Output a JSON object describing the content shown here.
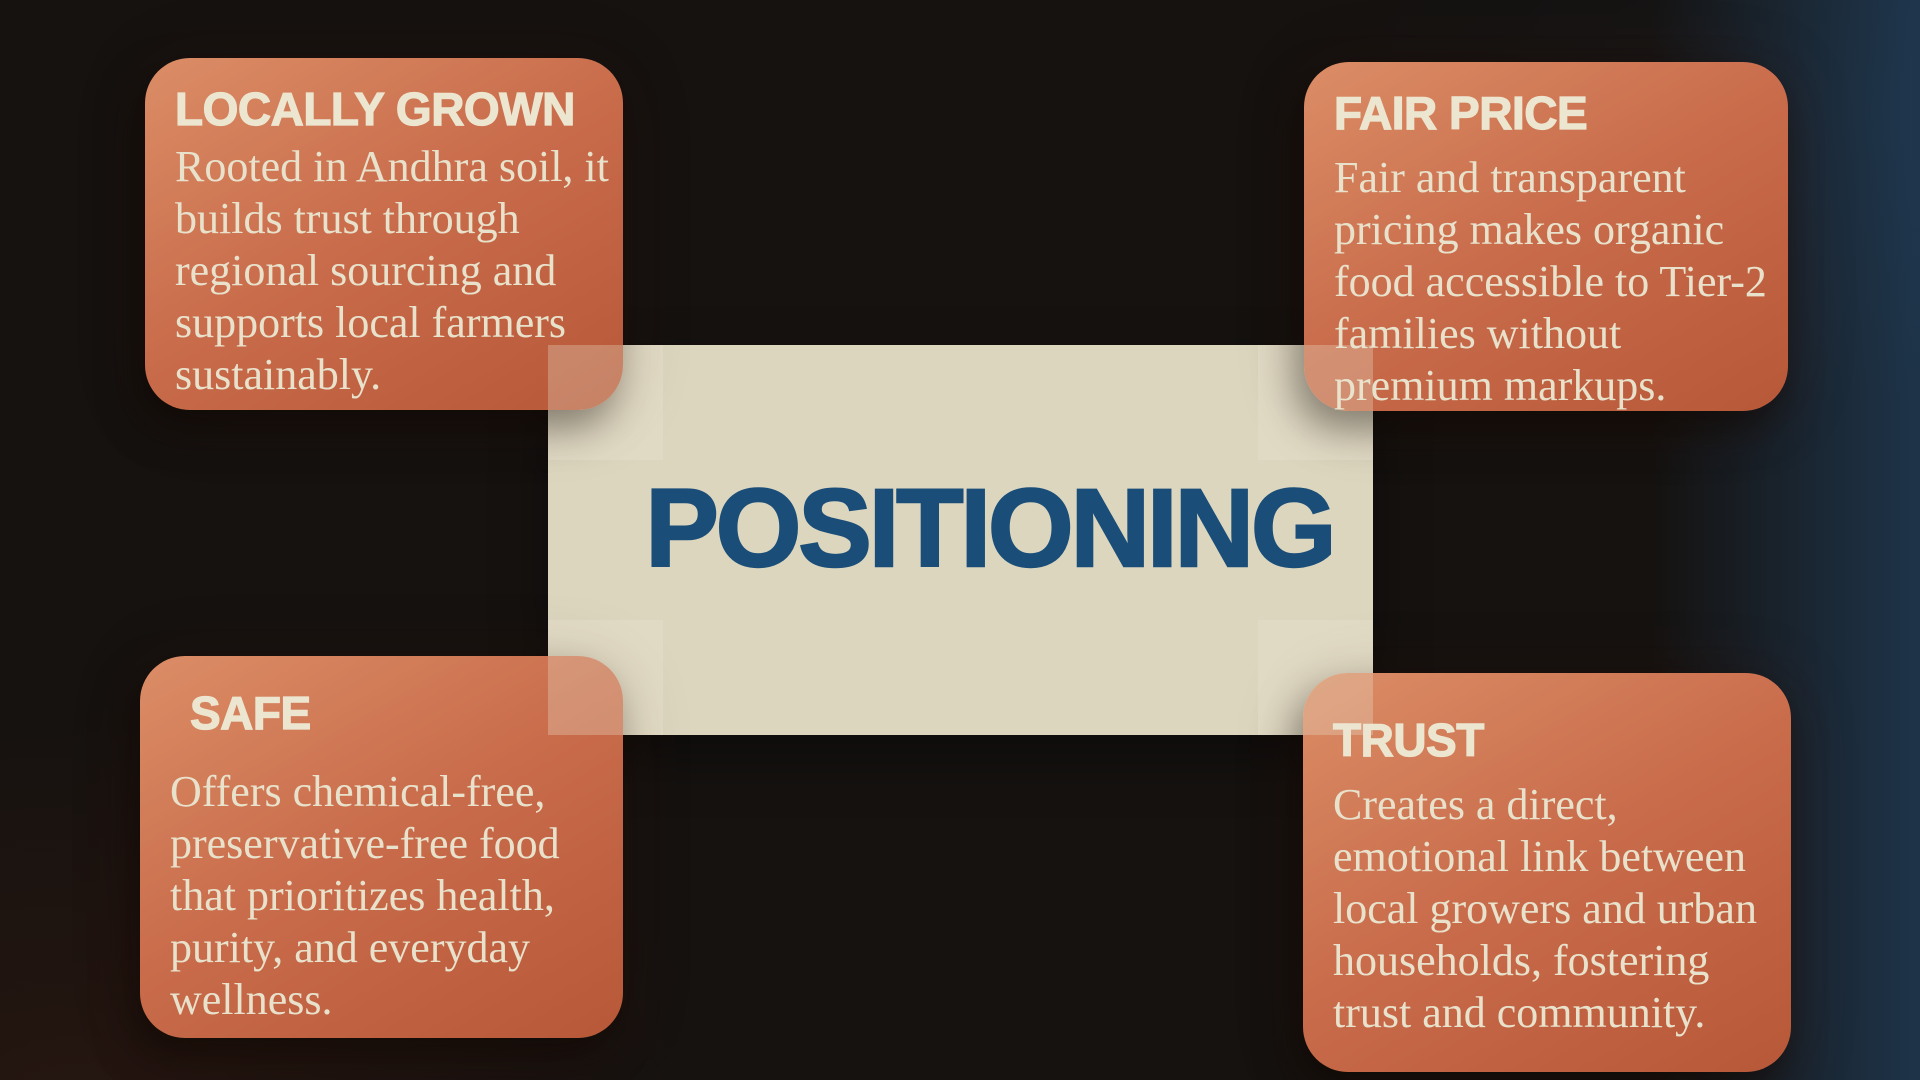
{
  "slide": {
    "title": "POSITIONING"
  },
  "cards": [
    {
      "id": "locally-grown",
      "quadrant": "top-left",
      "title": "LOCALLY GROWN",
      "body": "Rooted in Andhra soil, it builds trust through regional sourcing and supports local farmers sustainably."
    },
    {
      "id": "fair-price",
      "quadrant": "top-right",
      "title": "FAIR PRICE",
      "body": "Fair and transparent pricing makes organic food accessible to Tier-2 families without premium markups."
    },
    {
      "id": "safe",
      "quadrant": "bottom-left",
      "title": "SAFE",
      "body": "Offers chemical-free, preservative-free food that prioritizes health, purity, and everyday wellness."
    },
    {
      "id": "trust",
      "quadrant": "bottom-right",
      "title": "TRUST",
      "body": "Creates a direct, emotional link between local growers and urban households, fostering trust and community."
    }
  ],
  "colors": {
    "bg": "#151210",
    "box_cream": "#dcd6bf",
    "title_blue": "#1a4e79",
    "card_light": "#db8d66",
    "card_mid": "#c96c4b",
    "card_dark": "#b75838",
    "card_title_text": "#ece6d1",
    "card_body_text": "#e8e1cb",
    "corner_square": "rgba(234,228,209,0.30)",
    "edge_glow_blue": "#2a649b"
  }
}
